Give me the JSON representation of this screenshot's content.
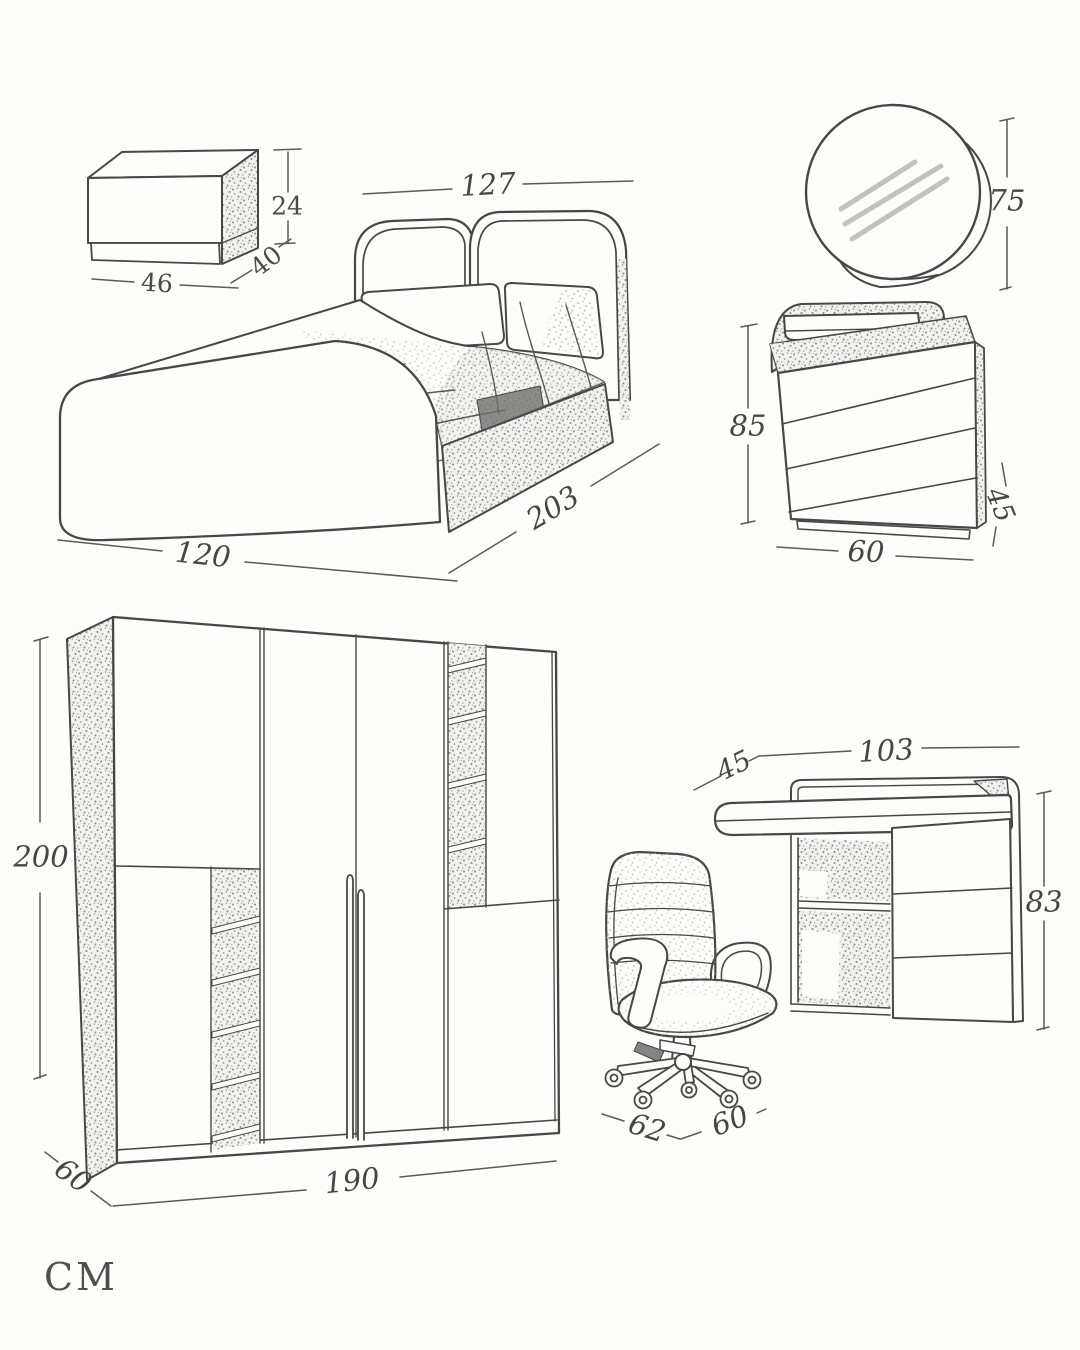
{
  "unit_label": "CM",
  "furniture": {
    "nightstand": {
      "width_cm": "46",
      "height_cm": "24",
      "depth_cm": "40"
    },
    "bed": {
      "headboard_width_cm": "127",
      "length_cm": "203",
      "width_cm": "120"
    },
    "mirror": {
      "height_cm": "75"
    },
    "dresser": {
      "height_cm": "85",
      "width_cm": "60",
      "depth_cm": "45"
    },
    "wardrobe": {
      "height_cm": "200",
      "depth_cm": "60",
      "width_cm": "190"
    },
    "office_chair": {
      "depth_cm": "62",
      "width_cm": "60"
    },
    "desk": {
      "depth_cm": "45",
      "width_cm": "103",
      "height_cm": "83"
    }
  },
  "colors": {
    "background": "#fdfdfb",
    "line": "#474747",
    "dimension_line": "#5a5a5a",
    "label_text": "#464646",
    "stipple_shading": "#8d8d8d",
    "mirror_reflection": "#b8b8b8",
    "dark_fabric_patch": "#707070"
  }
}
